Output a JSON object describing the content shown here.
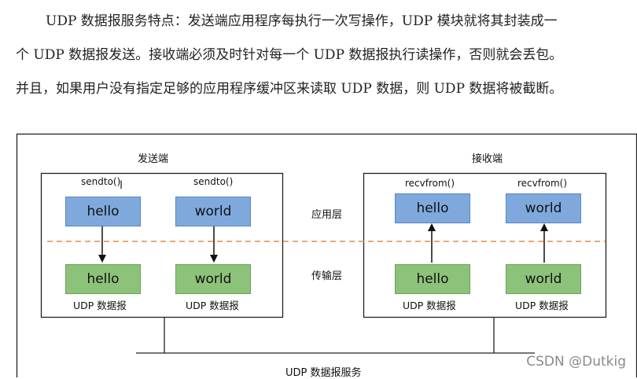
{
  "paragraph": {
    "line1": "UDP 数据报服务特点：发送端应用程序每执行一次写操作，UDP 模块就将其封装成一",
    "line2": "个 UDP 数据报发送。接收端必须及时针对每一个 UDP 数据报执行读操作，否则就会丢包。",
    "line3": "并且，如果用户没有指定足够的应用程序缓冲区来读取 UDP 数据，则 UDP 数据将被截断。"
  },
  "diagram": {
    "sender_title": "发送端",
    "receiver_title": "接收端",
    "app_layer": "应用层",
    "transport_layer": "传输层",
    "sender": {
      "fn1": "sendto()",
      "fn2": "sendto()",
      "app1": "hello",
      "app2": "world",
      "trans1": "hello",
      "trans2": "world",
      "udp1": "UDP 数据报",
      "udp2": "UDP 数据报"
    },
    "receiver": {
      "fn1": "recvfrom()",
      "fn2": "recvfrom()",
      "app1": "hello",
      "app2": "world",
      "trans1": "hello",
      "trans2": "world",
      "udp1": "UDP 数据报",
      "udp2": "UDP 数据报"
    },
    "service": "UDP 数据报服务",
    "colors": {
      "app": "#7fa9dd",
      "transport": "#8dc27a",
      "dashed_line": "#e8894a"
    }
  },
  "watermark": "CSDN @Dutkig"
}
